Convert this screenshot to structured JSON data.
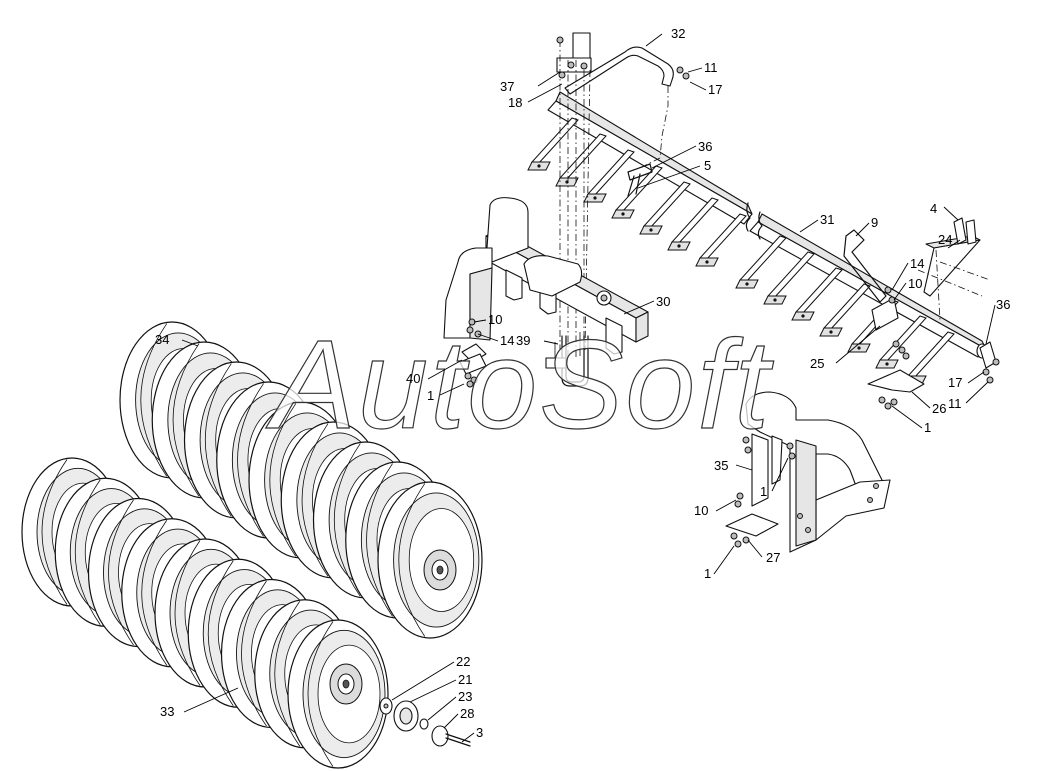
{
  "watermark": "AutoSoft",
  "callouts": [
    {
      "id": "c32",
      "text": "32"
    },
    {
      "id": "c11a",
      "text": "11"
    },
    {
      "id": "c17a",
      "text": "17"
    },
    {
      "id": "c37",
      "text": "37"
    },
    {
      "id": "c18",
      "text": "18"
    },
    {
      "id": "c36a",
      "text": "36"
    },
    {
      "id": "c5",
      "text": "5"
    },
    {
      "id": "c4",
      "text": "4"
    },
    {
      "id": "c9",
      "text": "9"
    },
    {
      "id": "c31",
      "text": "31"
    },
    {
      "id": "c24",
      "text": "24"
    },
    {
      "id": "c14a",
      "text": "14"
    },
    {
      "id": "c10a",
      "text": "10"
    },
    {
      "id": "c30",
      "text": "30"
    },
    {
      "id": "c36b",
      "text": "36"
    },
    {
      "id": "c10b",
      "text": "10"
    },
    {
      "id": "c34",
      "text": "34"
    },
    {
      "id": "c14b",
      "text": "14"
    },
    {
      "id": "c39",
      "text": "39"
    },
    {
      "id": "c25",
      "text": "25"
    },
    {
      "id": "c40",
      "text": "40"
    },
    {
      "id": "c1a",
      "text": "1"
    },
    {
      "id": "c17b",
      "text": "17"
    },
    {
      "id": "c11b",
      "text": "11"
    },
    {
      "id": "c26",
      "text": "26"
    },
    {
      "id": "c1b",
      "text": "1"
    },
    {
      "id": "c35",
      "text": "35"
    },
    {
      "id": "c1c",
      "text": "1"
    },
    {
      "id": "c10c",
      "text": "10"
    },
    {
      "id": "c27",
      "text": "27"
    },
    {
      "id": "c1d",
      "text": "1"
    },
    {
      "id": "c22",
      "text": "22"
    },
    {
      "id": "c21",
      "text": "21"
    },
    {
      "id": "c23",
      "text": "23"
    },
    {
      "id": "c33",
      "text": "33"
    },
    {
      "id": "c28",
      "text": "28"
    },
    {
      "id": "c3",
      "text": "3"
    }
  ]
}
